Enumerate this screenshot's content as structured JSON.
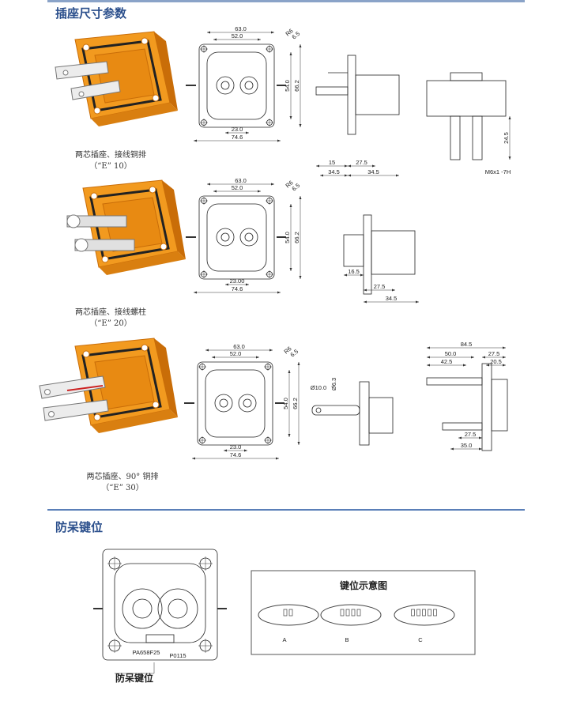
{
  "section1": {
    "title": "插座尺寸参数"
  },
  "section2": {
    "title": "防呆键位"
  },
  "rows": [
    {
      "caption_line1": "两芯插座、接线铜排",
      "caption_line2": "（“E” 10）",
      "front": {
        "w_outer": "74.6",
        "w_flange": "63.0",
        "w_inner": "52.0",
        "pitch": "23.0",
        "h_inner": "54.0",
        "h_outer": "66.2",
        "r1": "R6",
        "r2": "6.5"
      },
      "side": {
        "d1": "15",
        "d2": "27.5",
        "d3": "34.5",
        "d4": "34.5"
      },
      "rear": {
        "d1": "24.5",
        "thread": "M6x1 -7H"
      }
    },
    {
      "caption_line1": "两芯插座、接线螺柱",
      "caption_line2": "（“E” 20）",
      "front": {
        "w_outer": "74.6",
        "w_flange": "63.0",
        "w_inner": "52.0",
        "pitch": "23.00",
        "h_inner": "54.0",
        "h_outer": "66.2",
        "r1": "R6",
        "r2": "6.5"
      },
      "side": {
        "d1": "16.5",
        "d2": "27.5",
        "d3": "34.5"
      }
    },
    {
      "caption_line1": "两芯插座、90° 铜排",
      "caption_line2": "（“E” 30）",
      "front": {
        "w_outer": "74.6",
        "w_flange": "63.0",
        "w_inner": "52.0",
        "pitch": "23.0",
        "h_inner": "54.0",
        "h_outer": "66.2",
        "r1": "R6",
        "r2": "6.5"
      },
      "side": {
        "d1": "Ø10.0",
        "d2": "Ø6.3"
      },
      "right": {
        "d1": "84.5",
        "d2": "50.0",
        "d3": "42.5",
        "d4": "27.5",
        "d5": "20.5",
        "d6": "27.5",
        "d7": "35.0"
      }
    }
  ],
  "keying": {
    "part_no": "PA658F25",
    "code": "P0115",
    "callout": "防呆键位",
    "diagram_title": "键位示意图",
    "options": [
      "A",
      "B",
      "C"
    ]
  },
  "colors": {
    "accent": "#2b4f8c",
    "orange": "#f29a1f",
    "orange_dark": "#c96d08"
  }
}
